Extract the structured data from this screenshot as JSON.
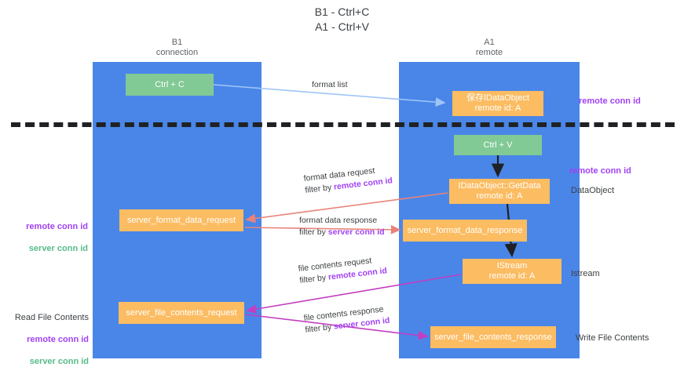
{
  "title": "B1 - Ctrl+C\nA1 - Ctrl+V",
  "columns": {
    "left": "B1\nconnection",
    "right": "A1\nremote"
  },
  "nodes": {
    "ctrl_c": "Ctrl + C",
    "ctrl_v": "Ctrl + V",
    "idataobject": "保存IDataObject\nremote id: A",
    "getdata": "IDataObject::GetData\nremote id: A",
    "server_format_data_request": "server_format_data_request",
    "server_format_data_response": "server_format_data_response",
    "istream": "IStream\nremote id: A",
    "server_file_contents_request": "server_file_contents_request",
    "server_file_contents_response": "server_file_contents_response"
  },
  "edge_labels": {
    "format_list": "format list",
    "format_data_request": "format data request",
    "format_data_request_filter_prefix": "filter by ",
    "format_data_request_filter_key": "remote conn id",
    "format_data_response": "format data response",
    "format_data_response_filter_prefix": "filter by ",
    "format_data_response_filter_key": "server conn id",
    "file_contents_request": "file contents request",
    "file_contents_request_filter_prefix": "filter by ",
    "file_contents_request_filter_key": "remote conn id",
    "file_contents_response": "file contents response",
    "file_contents_response_filter_prefix": "filter by ",
    "file_contents_response_filter_key": "server conn id"
  },
  "side_labels": {
    "remote_conn_id_top": "remote conn id",
    "remote_conn_id_mid": "remote conn id",
    "dataobject": "DataObject",
    "istream": "Istream",
    "write_file_contents": "Write File Contents",
    "read_file_contents": "Read File Contents",
    "left_remote_conn_id_a": "remote conn id",
    "left_server_conn_id_a": "server conn id",
    "left_remote_conn_id_b": "remote conn id",
    "left_server_conn_id_b": "server conn id"
  },
  "colors": {
    "lane": "#4a86e8",
    "node_green": "#81c995",
    "node_orange": "#fbbc62",
    "accent_purple": "#a142f4",
    "accent_green": "#57bb8a",
    "arrow_blue": "#9fc5f8",
    "arrow_red": "#e8837a",
    "arrow_magenta": "#c23ec2",
    "arrow_black": "#202124",
    "divider": "#202124",
    "text": "#3c4043"
  }
}
